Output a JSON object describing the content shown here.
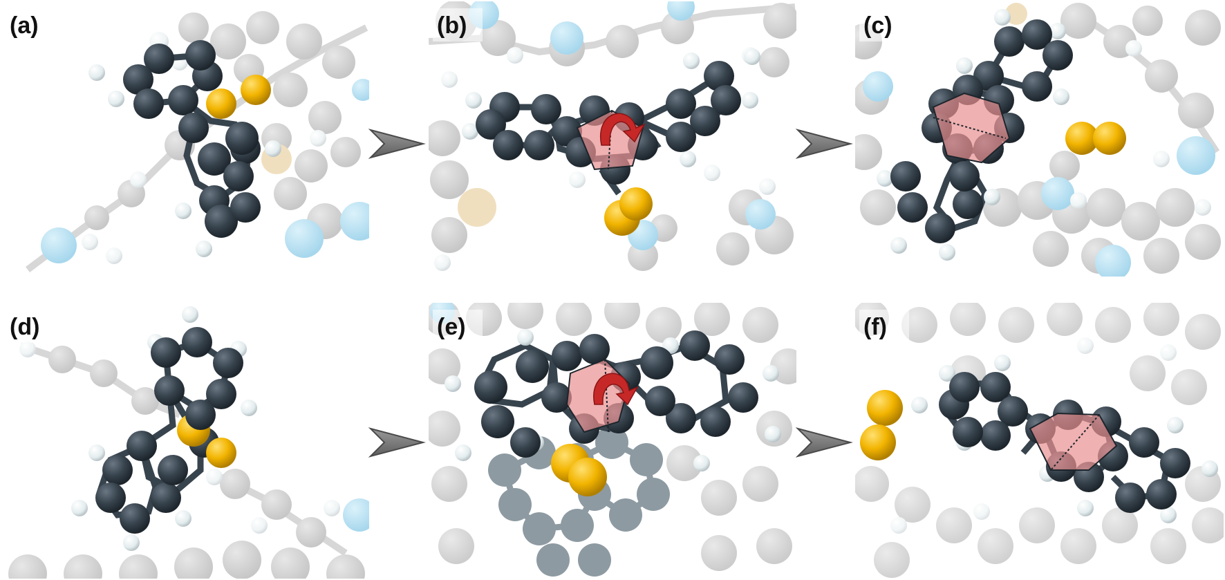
{
  "figure": {
    "panels": [
      {
        "id": "a",
        "label": "(a)",
        "kind": "initial",
        "row": 0,
        "col": 0
      },
      {
        "id": "b",
        "label": "(b)",
        "kind": "ring-opening",
        "row": 0,
        "col": 1
      },
      {
        "id": "c",
        "label": "(c)",
        "kind": "final",
        "row": 0,
        "col": 2
      },
      {
        "id": "d",
        "label": "(d)",
        "kind": "initial",
        "row": 1,
        "col": 0
      },
      {
        "id": "e",
        "label": "(e)",
        "kind": "ring-opening",
        "row": 1,
        "col": 1
      },
      {
        "id": "f",
        "label": "(f)",
        "kind": "final",
        "row": 1,
        "col": 2
      }
    ],
    "colors": {
      "carbon": "#37434d",
      "hydrogen": "#e8eff0",
      "sulfur": "#f2b400",
      "nitrogen": "#78c8e8",
      "background_atom": "#a8a8a8",
      "ring_highlight": "#e89090",
      "rotation_arrow": "#c62828",
      "process_arrow": "#7a7a7a"
    },
    "arrow_icon": "right-arrow-icon"
  }
}
